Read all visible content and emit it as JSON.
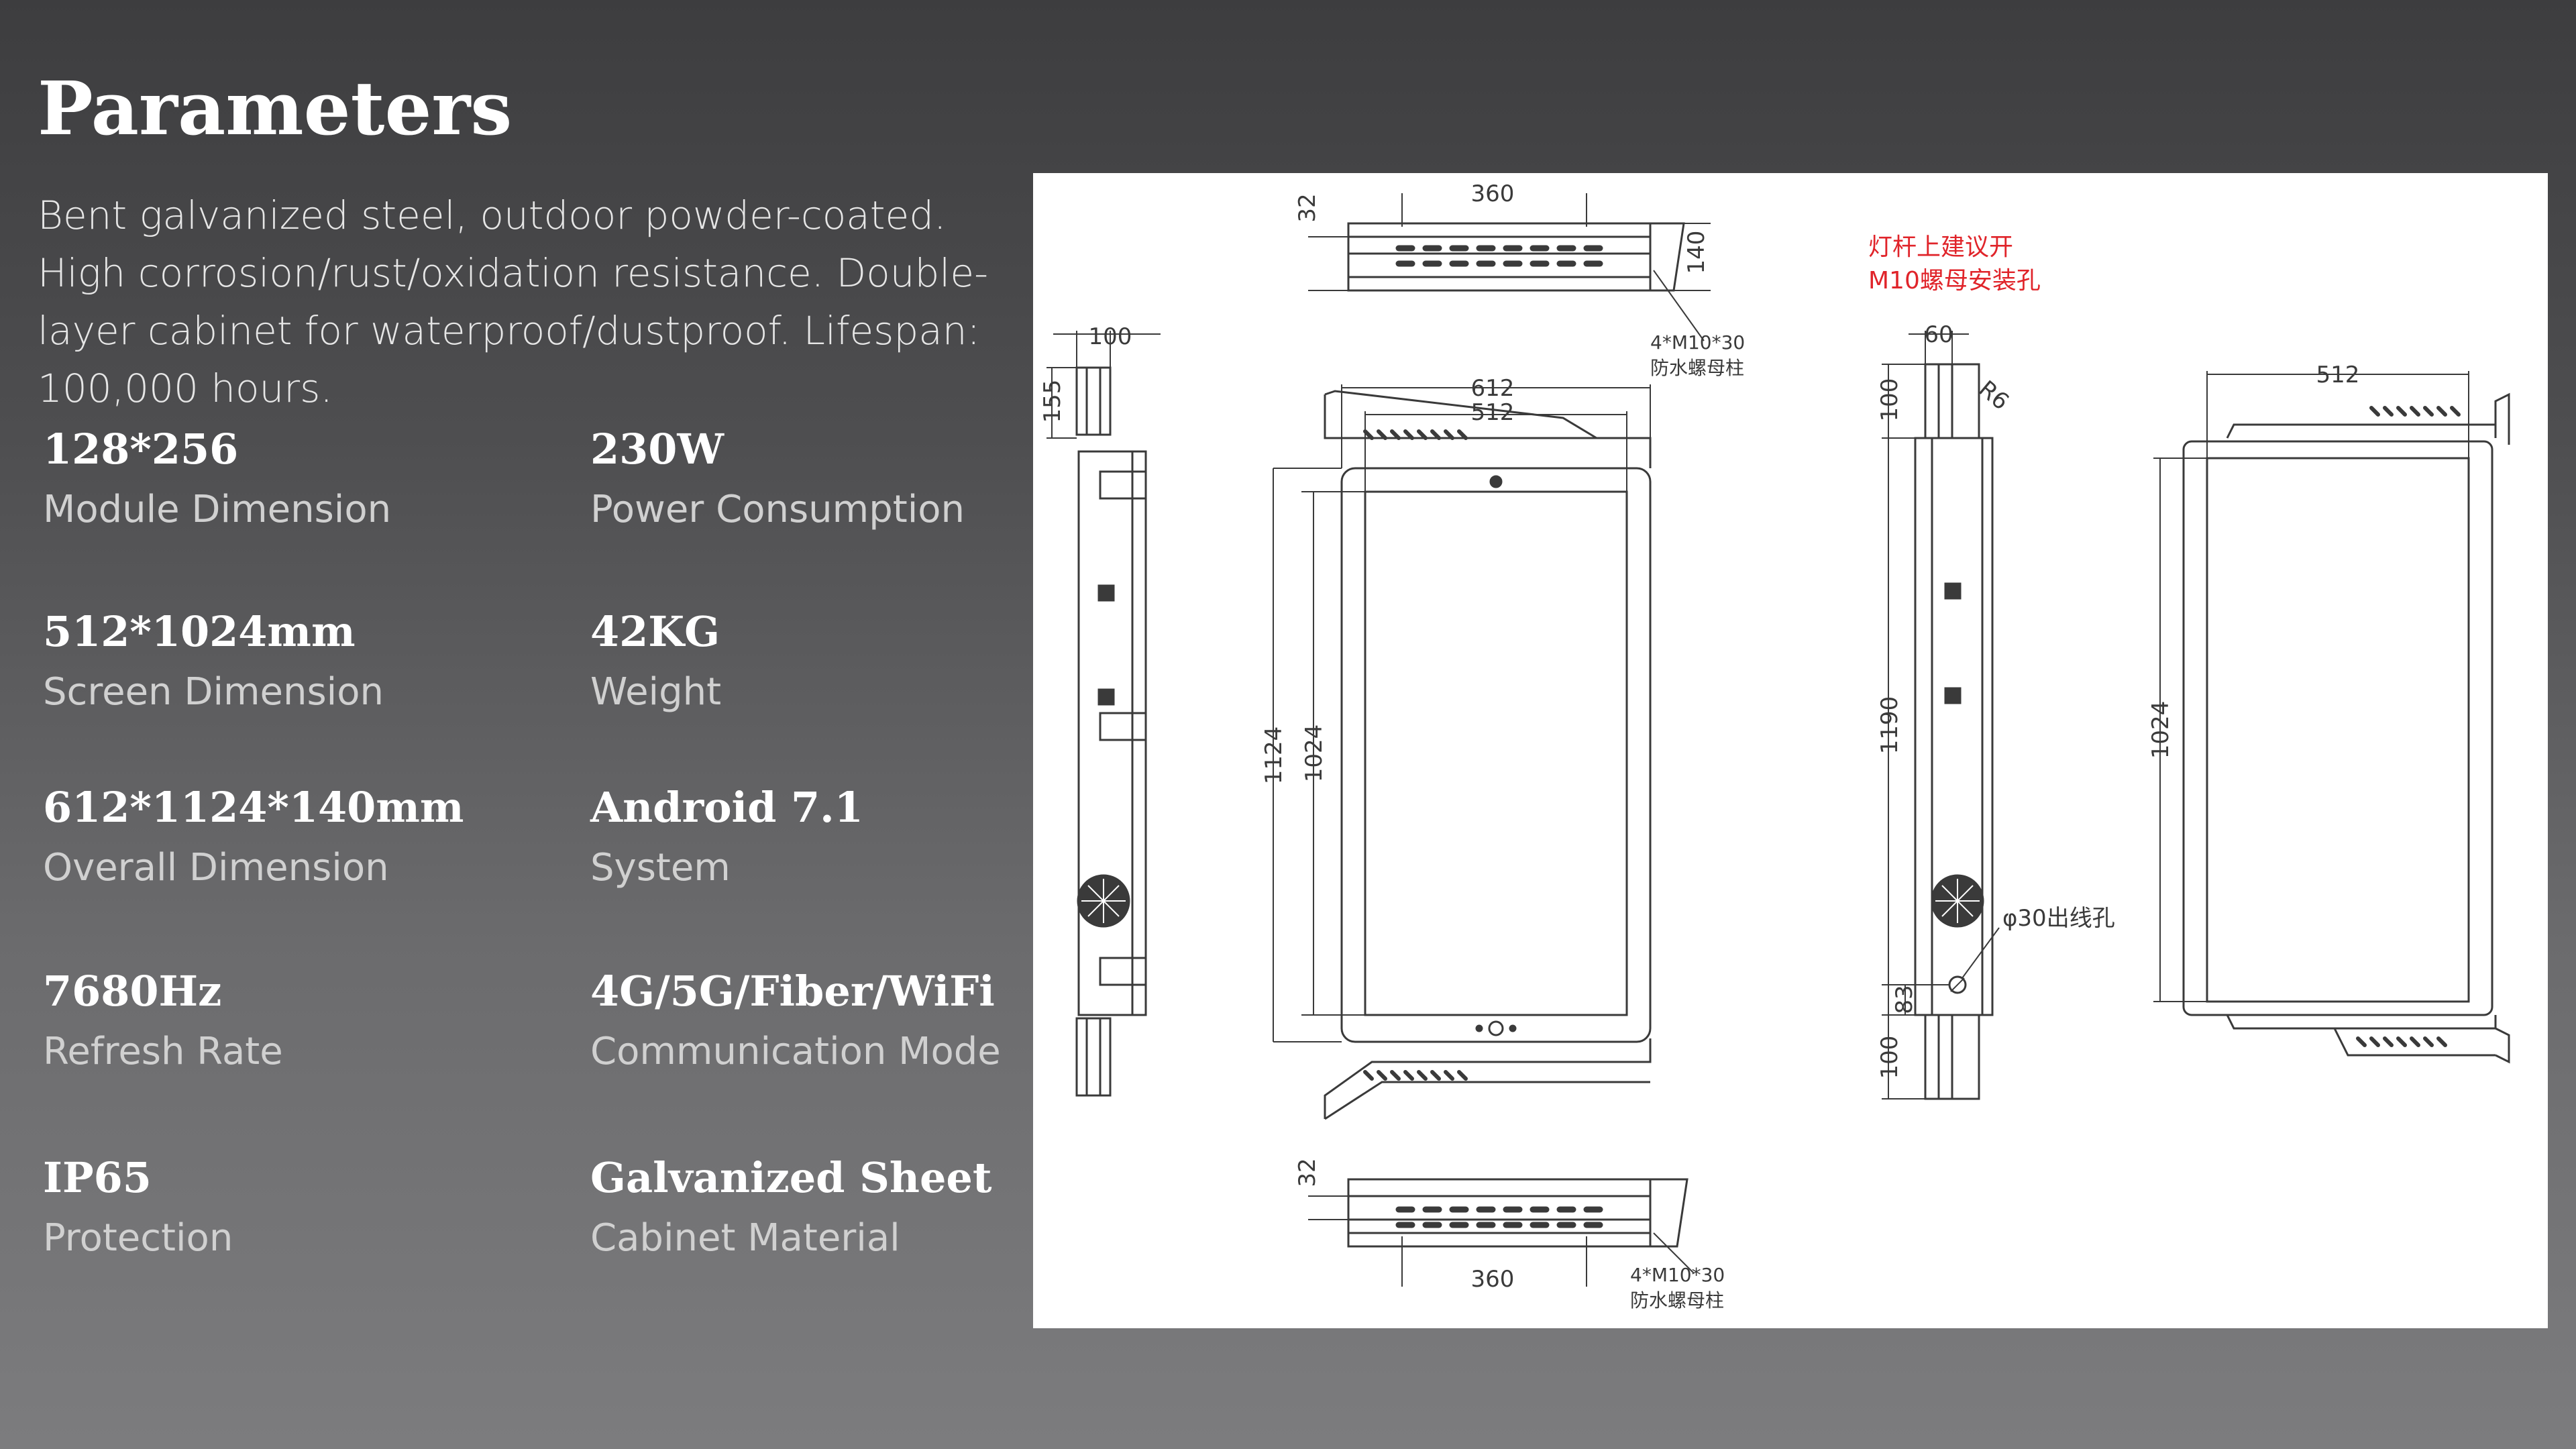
{
  "title": "Parameters",
  "description": "Bent galvanized steel, outdoor powder-coated. High corrosion/rust/oxidation resistance. Double-layer cabinet for waterproof/dustproof. Lifespan: 100,000 hours.",
  "params": [
    {
      "value": "128*256",
      "label": "Module Dimension"
    },
    {
      "value": "230W",
      "label": "Power Consumption"
    },
    {
      "value": "512*1024mm",
      "label": "Screen Dimension"
    },
    {
      "value": "42KG",
      "label": "Weight"
    },
    {
      "value": "612*1124*140mm",
      "label": "Overall Dimension"
    },
    {
      "value": "Android 7.1",
      "label": "System"
    },
    {
      "value": "7680Hz",
      "label": "Refresh Rate"
    },
    {
      "value": "4G/5G/Fiber/WiFi",
      "label": "Communication Mode"
    },
    {
      "value": "IP65",
      "label": "Protection"
    },
    {
      "value": "Galvanized Sheet",
      "label": "Cabinet Material"
    }
  ],
  "drawing": {
    "dims": {
      "d360": "360",
      "d32": "32",
      "d140": "140",
      "d100": "100",
      "d155": "155",
      "d612": "612",
      "d512": "512",
      "d1124": "1124",
      "d1024": "1024",
      "d60": "60",
      "dR6": "R6",
      "d1190": "1190",
      "d83": "83"
    },
    "notes": {
      "bolt_spec": "4*M10*30",
      "bolt_name": "防水螺母柱",
      "pole_note_line1": "灯杆上建议开",
      "pole_note_line2": "M10螺母安装孔",
      "cable_hole": "φ30出线孔"
    },
    "colors": {
      "line": "#3a3a3a",
      "note_red": "#e0242a"
    }
  }
}
